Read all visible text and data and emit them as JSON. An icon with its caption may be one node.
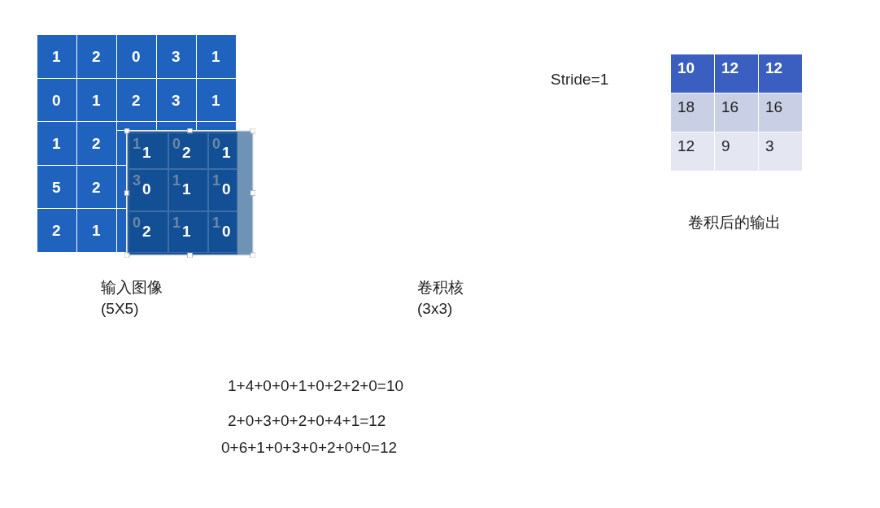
{
  "diagram": {
    "labels": [
      "1",
      "2",
      "0",
      "3",
      "1",
      "0",
      "1",
      "2",
      "3",
      "1",
      "1",
      "2",
      "5",
      "2",
      "2",
      "1",
      "1",
      "1",
      "0",
      "2",
      "0",
      "1",
      "3",
      "0",
      "1",
      "1",
      "1",
      "0",
      "0",
      "2",
      "1",
      "1",
      "1",
      "0",
      "Stride=1",
      "10",
      "12",
      "12",
      "18",
      "16",
      "16",
      "12",
      "9",
      "3",
      "卷积后的输出",
      "输入图像",
      "(5X5)",
      "卷积核",
      "(3x3)",
      "1+4+0+0+1+0+2+2+0=10",
      "2+0+3+0+2+0+4+1=12",
      "0+6+1+0+3+0+2+0+0=12"
    ]
  }
}
